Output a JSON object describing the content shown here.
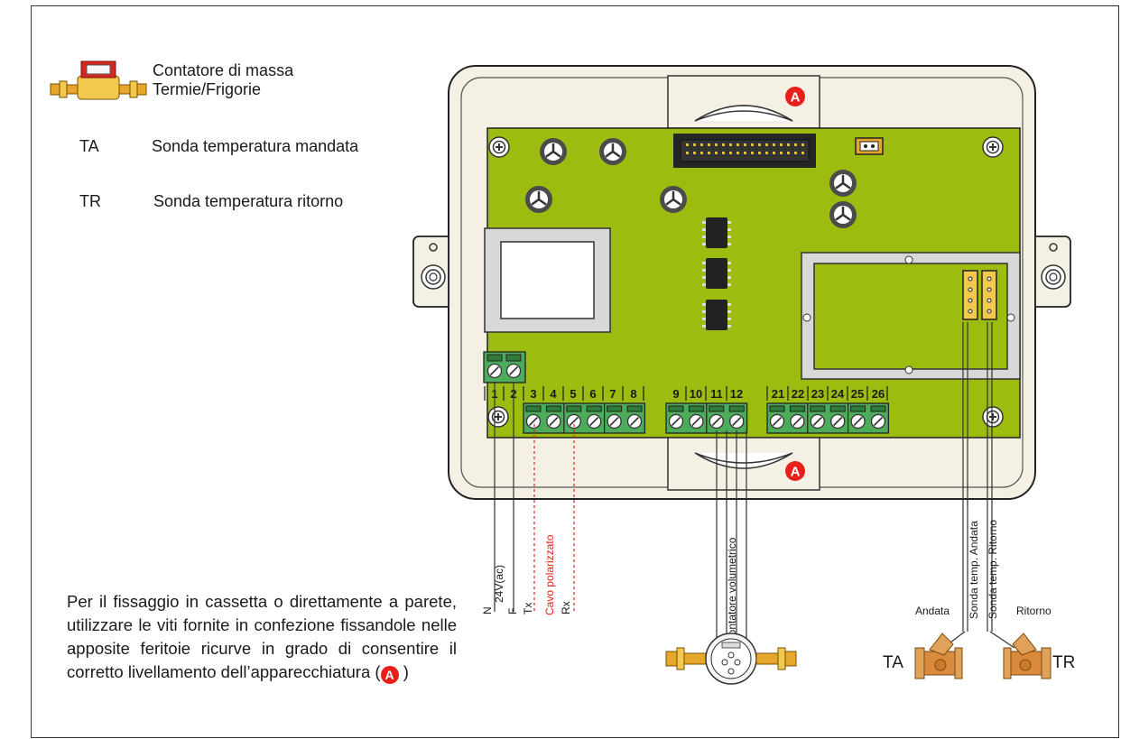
{
  "legend": {
    "meter_line1": "Contatore di massa",
    "meter_line2": "Termie/Frigorie",
    "ta_code": "TA",
    "ta_label": "Sonda temperatura mandata",
    "tr_code": "TR",
    "tr_label": "Sonda temperatura ritorno"
  },
  "mount_marker": "A",
  "terminals": [
    "1",
    "2",
    "3",
    "4",
    "5",
    "6",
    "7",
    "8",
    "9",
    "10",
    "11",
    "12",
    "21",
    "22",
    "23",
    "24",
    "25",
    "26"
  ],
  "wires": {
    "n": "N",
    "supply": "24V(ac)",
    "f": "F",
    "tx": "Tx",
    "polarized_cable": "Cavo polarizzato",
    "rx": "Rx",
    "volumetric_meter": "Contatore volumetrico",
    "probe_supply": "Sonda temp. Andata",
    "probe_return": "Sonda temp. Ritorno"
  },
  "valves": {
    "supply_label": "Andata",
    "return_label": "Ritorno",
    "ta": "TA",
    "tr": "TR"
  },
  "instructions": {
    "text": "Per il fissaggio in cassetta o direttamente a parete, utilizzare le viti fornite in confezione fissandole nelle apposite feritoie ricurve in grado di consentire il corretto livellamento dell’apparecchiatura (",
    "close": " )"
  },
  "colors": {
    "board": "#9cbc10",
    "case": "#f4f1e4",
    "terminal": "#4dab5c",
    "marker": "#e8201c",
    "polarized": "#e8201c",
    "brass": "#e6a72c"
  }
}
